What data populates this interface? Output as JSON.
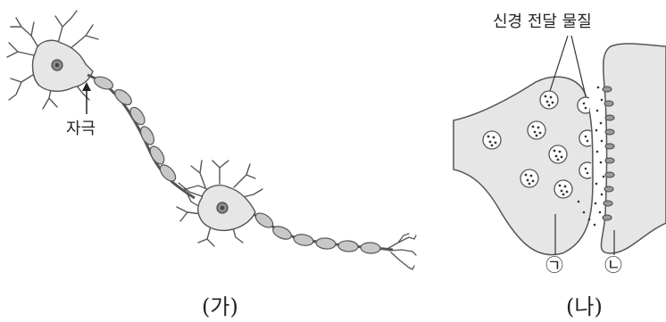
{
  "panels": {
    "a": {
      "caption": "(가)",
      "stimulus_label": "자극"
    },
    "b": {
      "caption": "(나)",
      "neurotransmitter_label": "신경 전달 물질",
      "marker_left": "㉠",
      "marker_right": "㉡"
    }
  },
  "colors": {
    "cell_fill": "#e6e6e6",
    "outline": "#555555",
    "myelin_fill": "#c8c8c8",
    "nucleus_fill": "#8a8a8a",
    "receptor_fill": "#9a9a9a"
  }
}
